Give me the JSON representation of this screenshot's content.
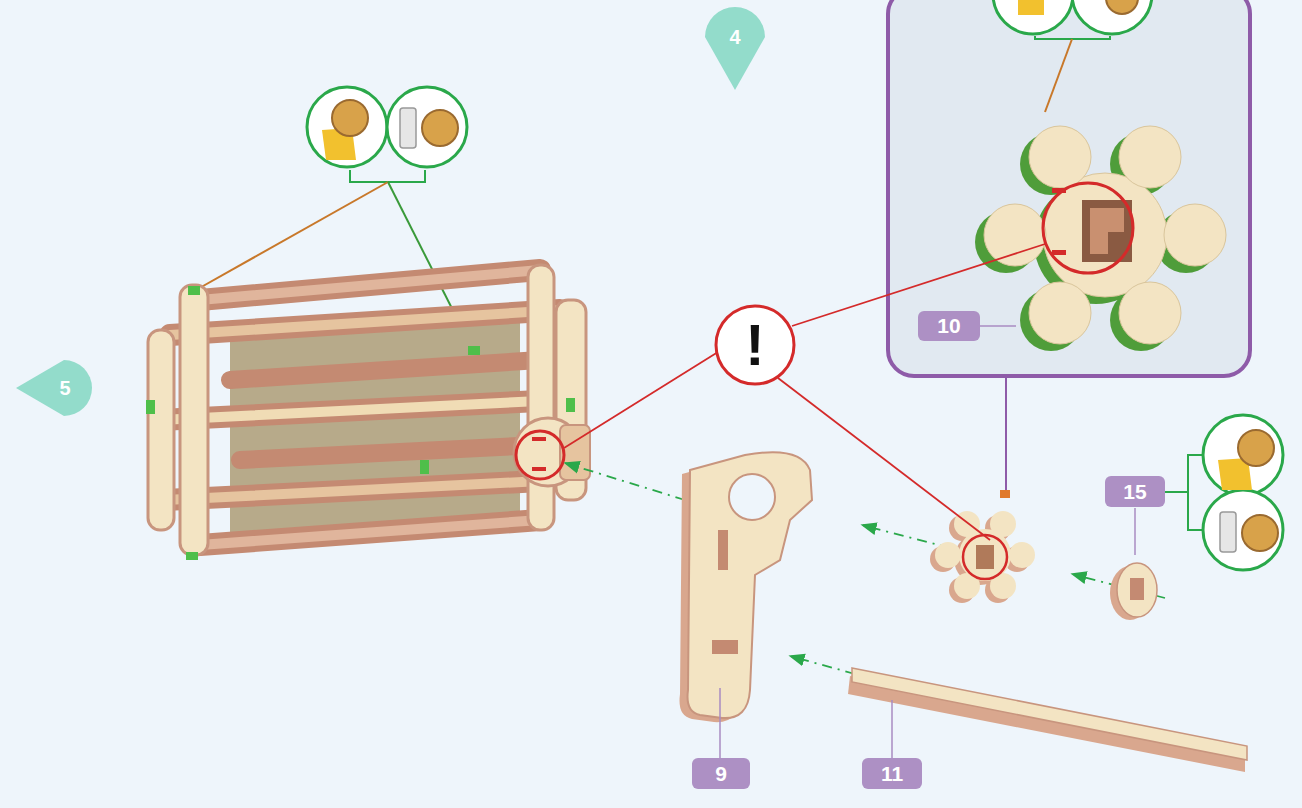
{
  "diagram": {
    "nodes": [
      {
        "text": [
          "4"
        ]
      },
      {
        "text": [
          "10"
        ]
      },
      {
        "text": [
          "!"
        ]
      },
      {
        "text": [
          "5"
        ]
      },
      {
        "text": [
          "15"
        ]
      },
      {
        "text": [
          "9"
        ]
      },
      {
        "text": [
          "11"
        ]
      }
    ]
  }
}
